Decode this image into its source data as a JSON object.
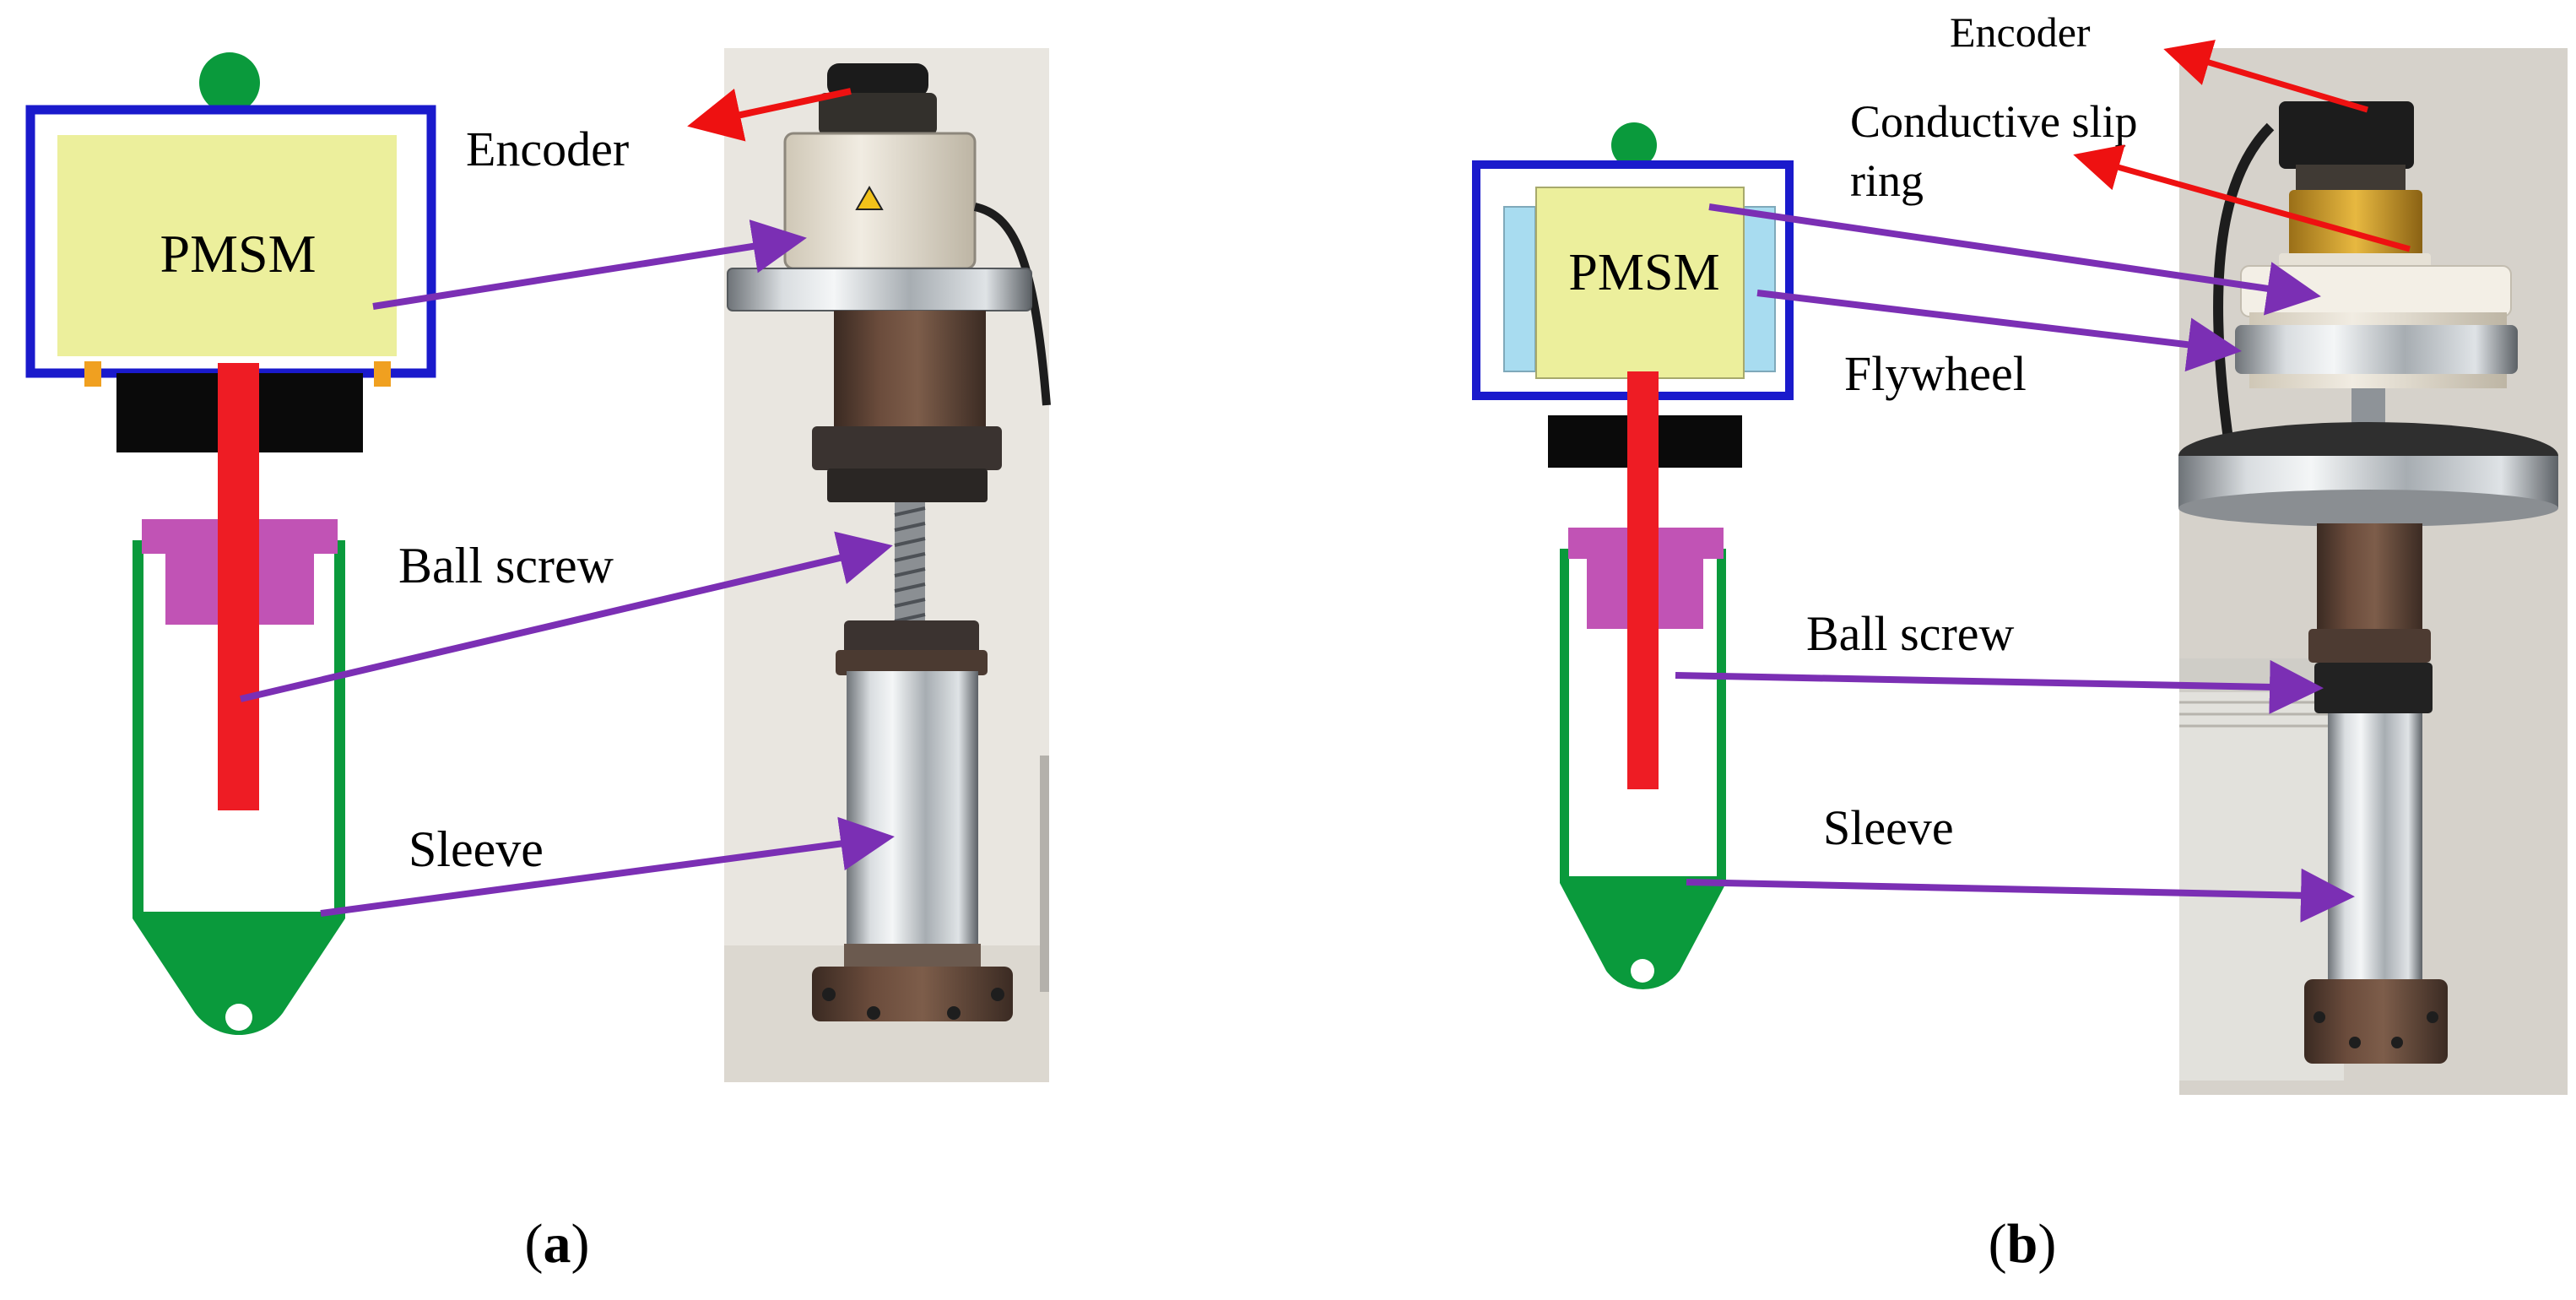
{
  "panel_a": {
    "caption_letter": "a",
    "motor_label": "PMSM",
    "callouts": {
      "encoder": "Encoder",
      "ball_screw": "Ball screw",
      "sleeve": "Sleeve"
    }
  },
  "panel_b": {
    "caption_letter": "b",
    "motor_label": "PMSM",
    "callouts": {
      "encoder": "Encoder",
      "slip_ring_line1": "Conductive slip",
      "slip_ring_line2": "ring",
      "flywheel": "Flywheel",
      "ball_screw": "Ball screw",
      "sleeve": "Sleeve"
    }
  },
  "colors": {
    "housing_outline": "#1a1acc",
    "motor_fill": "#ecef9c",
    "shaft": "#ee1c24",
    "nut": "#c153b5",
    "sleeve_green": "#0a9a3c",
    "flywheel_blue": "#a8dcf0",
    "mount_black": "#0a0a0a",
    "arrow_purple": "#7b2fb4",
    "arrow_red": "#ee1111"
  }
}
